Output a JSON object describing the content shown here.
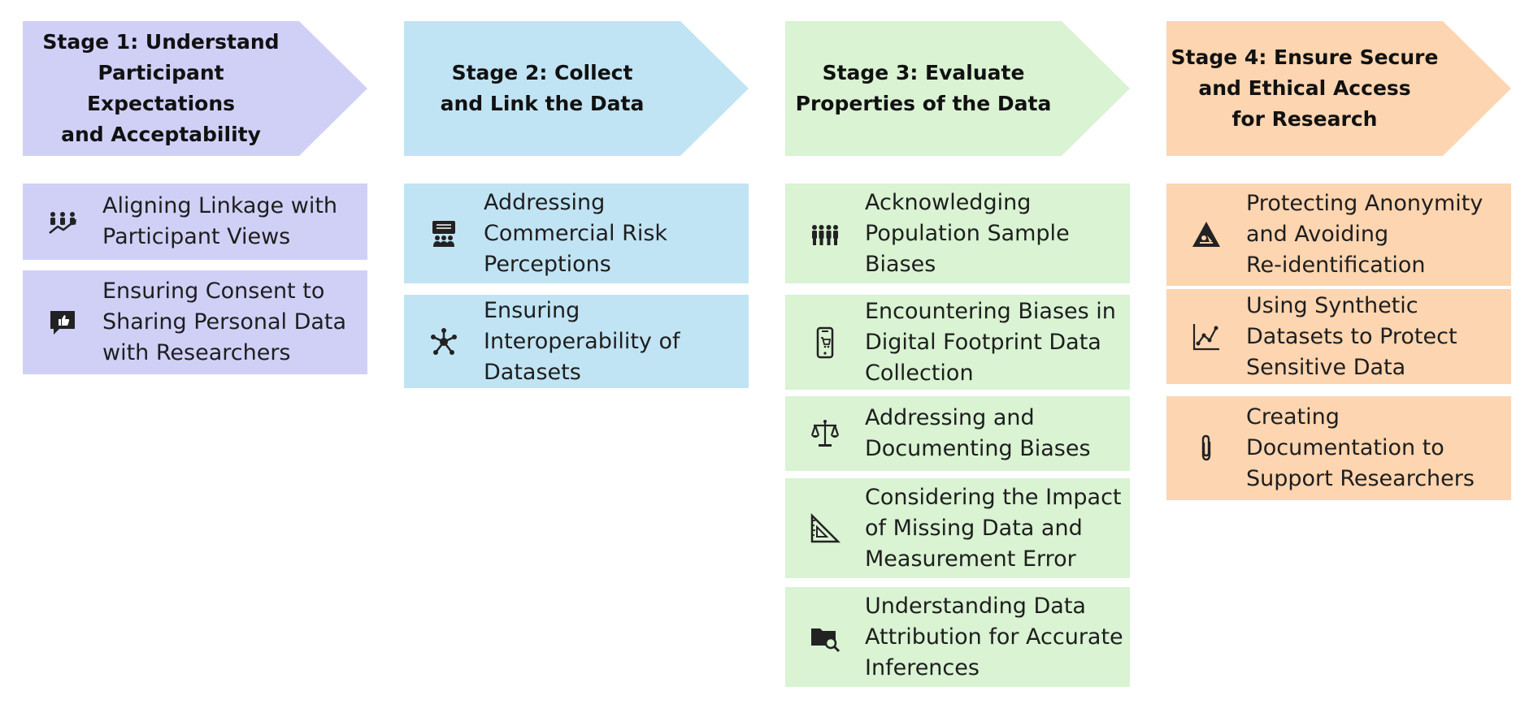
{
  "stages": [
    {
      "title": "Stage 1: Understand\nParticipant Expectations\nand Acceptability",
      "color": "#d0d0f7",
      "items": [
        {
          "label": "Aligning Linkage with\nParticipant Views",
          "icon": "group-trend-icon"
        },
        {
          "label": "Ensuring Consent to\nSharing Personal Data\nwith Researchers",
          "icon": "thumbs-up-chat-icon"
        }
      ]
    },
    {
      "title": "Stage 2: Collect\nand Link the Data",
      "color": "#c1e4f4",
      "items": [
        {
          "label": "Addressing\nCommercial Risk\nPerceptions",
          "icon": "presentation-audience-icon"
        },
        {
          "label": "Ensuring\nInteroperability of\nDatasets",
          "icon": "network-hub-icon"
        }
      ]
    },
    {
      "title": "Stage 3: Evaluate\nProperties of the Data",
      "color": "#d9f3d3",
      "items": [
        {
          "label": "Acknowledging\nPopulation Sample\nBiases",
          "icon": "people-group-icon"
        },
        {
          "label": "Encountering Biases in\nDigital Footprint Data\nCollection",
          "icon": "mobile-shopping-icon"
        },
        {
          "label": "Addressing and\nDocumenting Biases",
          "icon": "scales-icon"
        },
        {
          "label": "Considering the Impact\nof Missing Data and\nMeasurement Error",
          "icon": "set-square-icon"
        },
        {
          "label": "Understanding Data\nAttribution for Accurate\nInferences",
          "icon": "folder-search-icon"
        }
      ]
    },
    {
      "title": "Stage 4: Ensure Secure\nand Ethical Access\nfor Research",
      "color": "#fdd5b0",
      "items": [
        {
          "label": "Protecting Anonymity\nand Avoiding\nRe-identification",
          "icon": "anonymous-warning-icon"
        },
        {
          "label": "Using Synthetic\nDatasets to Protect\nSensitive Data",
          "icon": "line-chart-icon"
        },
        {
          "label": "Creating\nDocumentation to\nSupport Researchers",
          "icon": "paperclip-icon"
        }
      ]
    }
  ]
}
